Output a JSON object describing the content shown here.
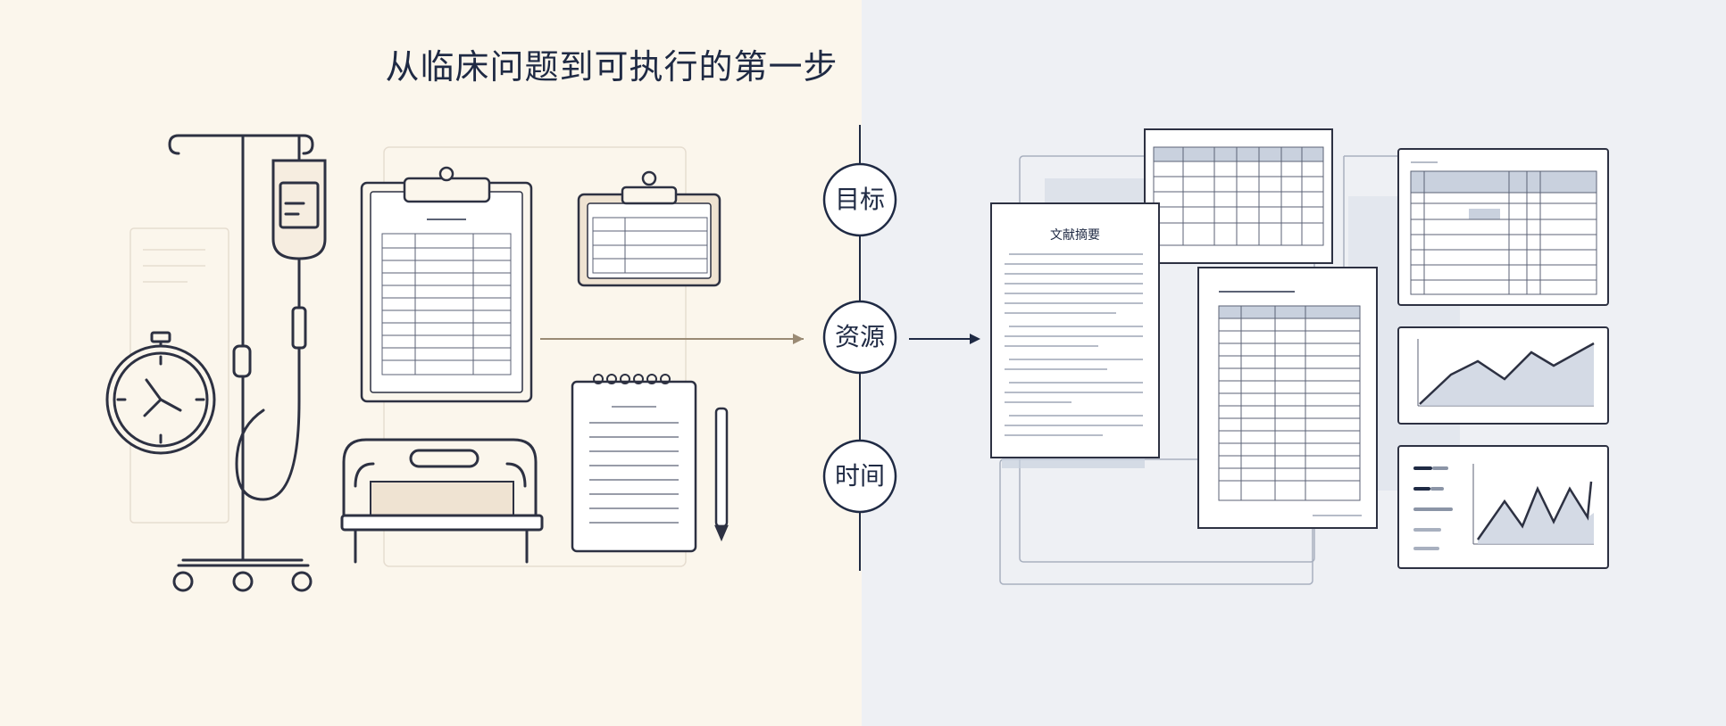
{
  "title": "从临床问题到可执行的第一步",
  "labels": {
    "goal": "目标",
    "resources": "资源",
    "time": "时间",
    "doc_title": "文献摘要"
  },
  "colors": {
    "left_bg": "#fbf6ec",
    "right_bg": "#eef0f4",
    "ink": "#1f2a44",
    "arrow_left": "#9a8a74",
    "beige": "#efe3d2",
    "blue_gray": "#c9d1de"
  },
  "icons": [
    "iv-stand-icon",
    "stopwatch-icon",
    "clipboard-icon",
    "clipboard-small-icon",
    "notepad-icon",
    "pen-icon",
    "hospital-bed-icon",
    "document-icon",
    "table-sheet-icon",
    "line-chart-icon",
    "bar-legend-icon"
  ]
}
